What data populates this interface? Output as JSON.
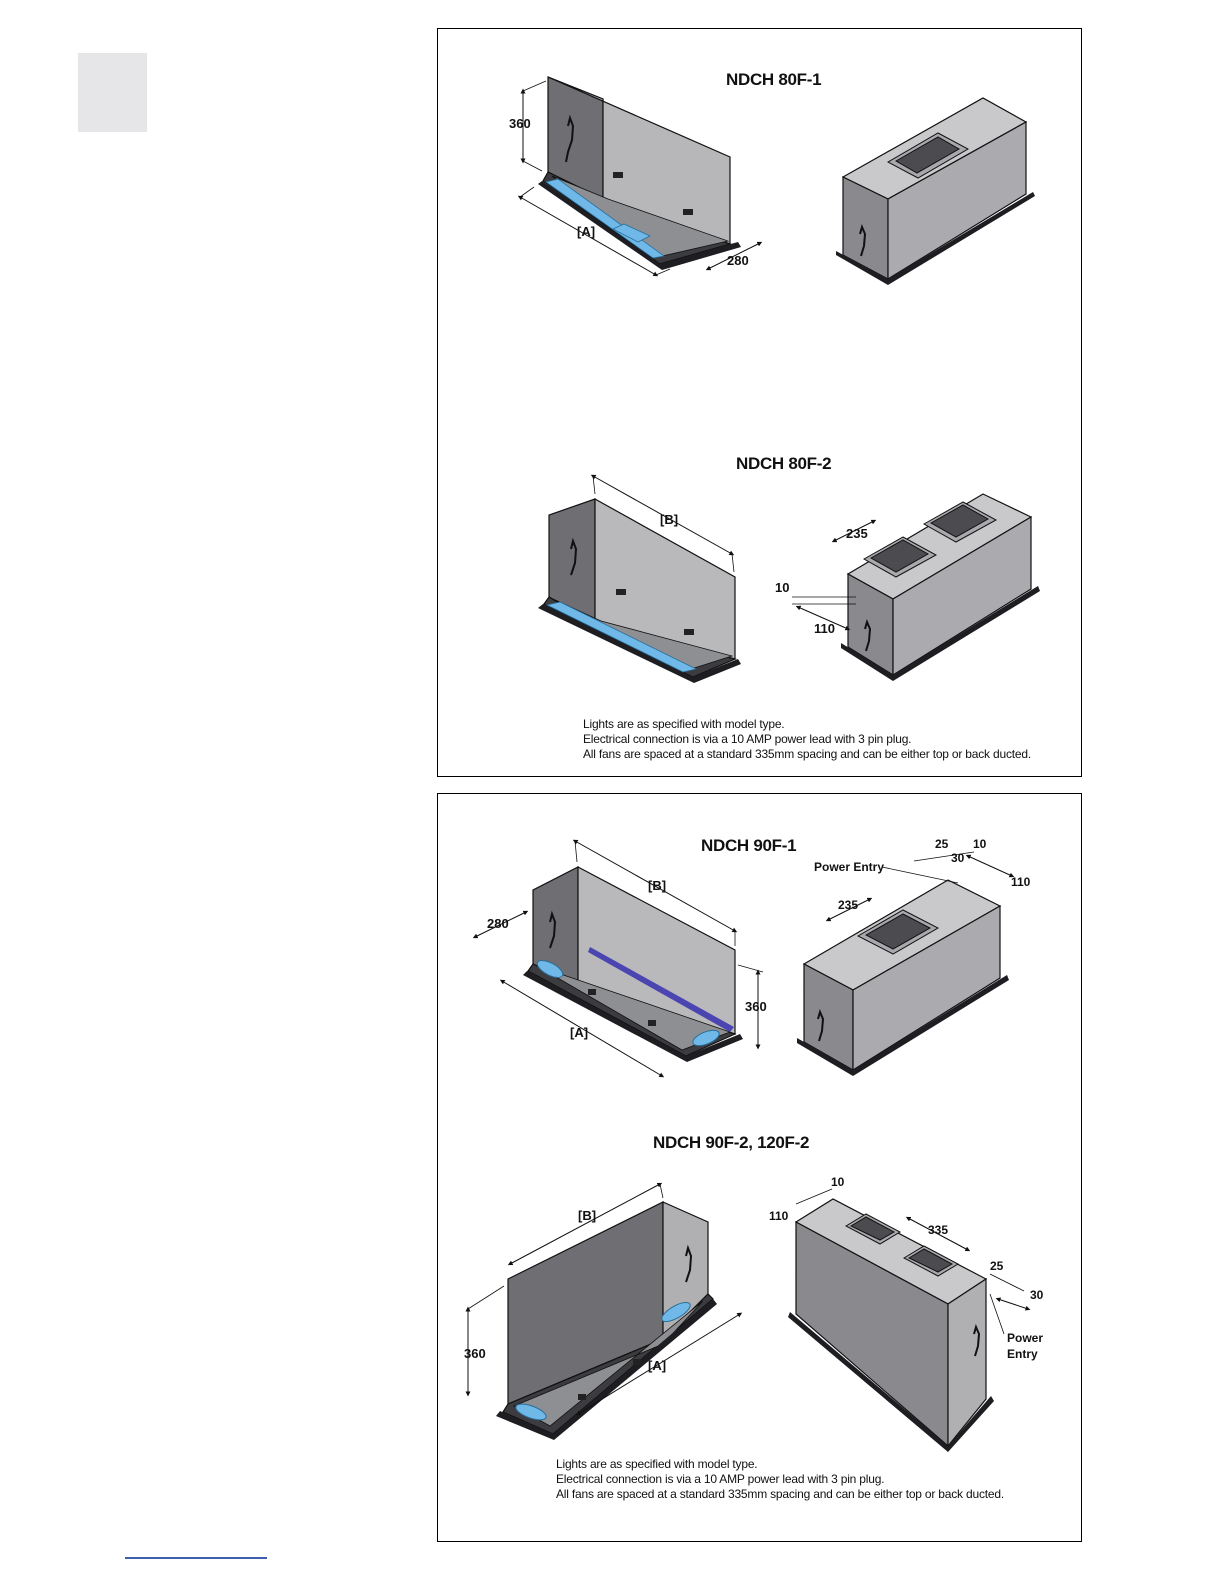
{
  "panel_1": {
    "diagram_1": {
      "title": "NDCH 80F-1",
      "dims": {
        "height": "360",
        "length": "[A]",
        "depth": "280"
      }
    },
    "diagram_2": {
      "title": "NDCH 80F-2",
      "dims": {
        "length": "[B]",
        "duct": "235",
        "edge": "10",
        "offset": "110"
      }
    },
    "notes": [
      "Lights are as specified with model type.",
      "Electrical connection is via a 10 AMP power lead with 3 pin plug.",
      "All fans are spaced at a standard 335mm spacing and can be either top or back ducted."
    ]
  },
  "panel_2": {
    "diagram_1": {
      "title": "NDCH 90F-1",
      "dims": {
        "length_b": "[B]",
        "depth": "280",
        "height": "360",
        "length_a": "[A]",
        "duct": "235",
        "d25": "25",
        "d30": "30",
        "d10": "10",
        "d110": "110"
      },
      "power_entry": "Power Entry"
    },
    "diagram_2": {
      "title": "NDCH 90F-2, 120F-2",
      "dims": {
        "length_b": "[B]",
        "height": "360",
        "length_a": "[A]",
        "d10": "10",
        "d110": "110",
        "spacing": "335",
        "d25": "25",
        "d30": "30"
      },
      "power_entry_1": "Power",
      "power_entry_2": "Entry"
    },
    "notes": [
      "Lights are as specified with model type.",
      "Electrical connection is via a 10 AMP power lead with 3 pin plug.",
      "All fans are spaced at a standard 335mm spacing and can be either top or back ducted."
    ]
  }
}
